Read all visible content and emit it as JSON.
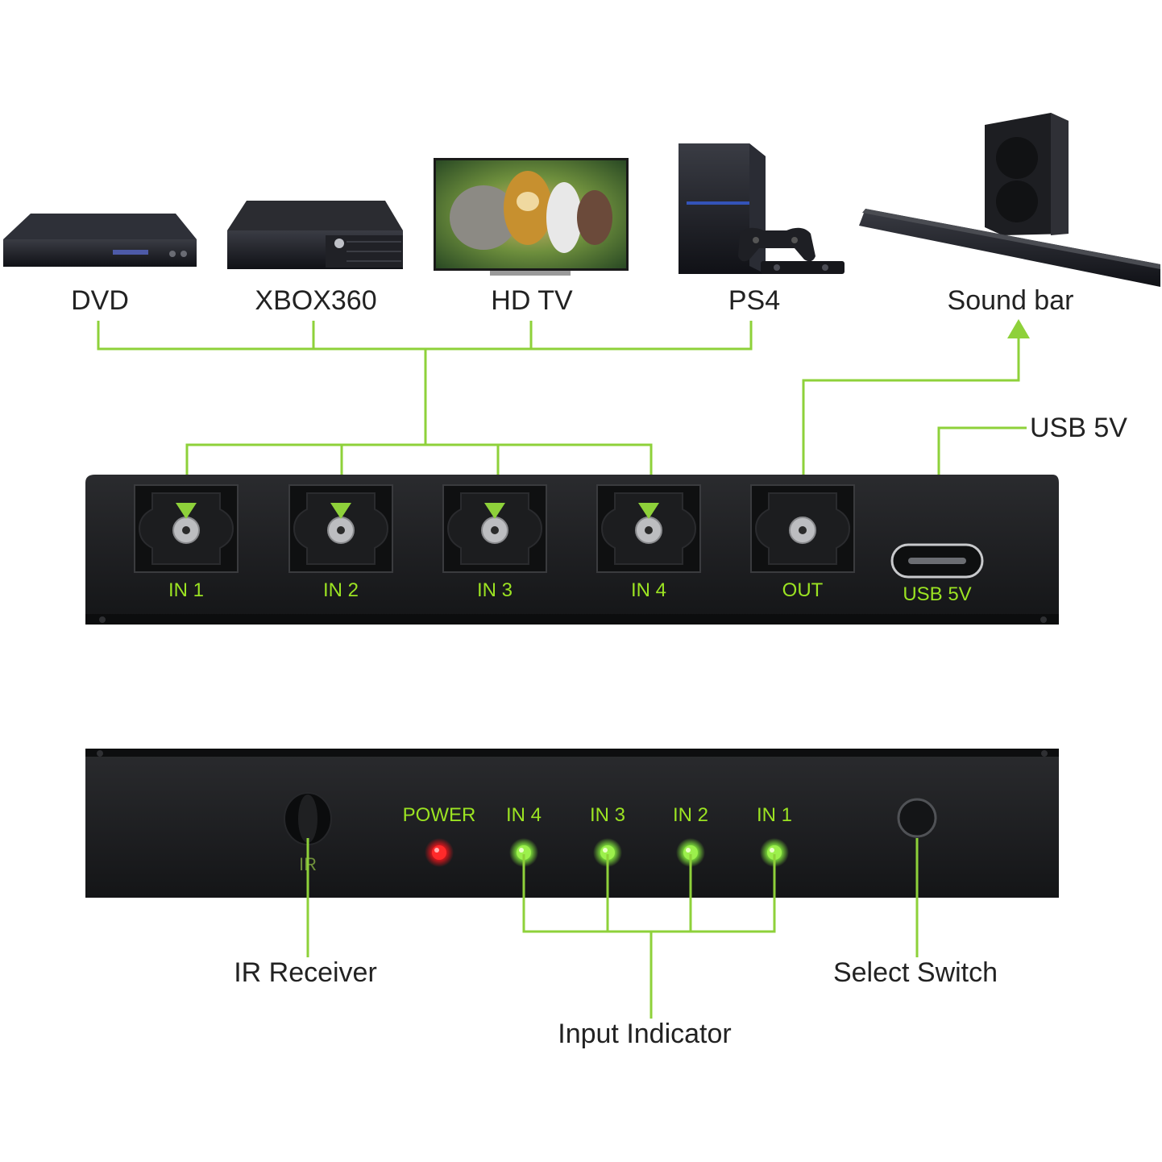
{
  "devices": {
    "dvd": "DVD",
    "xbox": "XBOX360",
    "hdtv": "HD TV",
    "ps4": "PS4",
    "soundbar": "Sound bar"
  },
  "rear_panel": {
    "ports": [
      "IN 1",
      "IN 2",
      "IN 3",
      "IN 4",
      "OUT"
    ],
    "usb_label": "USB 5V",
    "usb_callout": "USB 5V"
  },
  "front_panel": {
    "ir_label": "IR",
    "power_label": "POWER",
    "indicators": [
      "IN 4",
      "IN 3",
      "IN 2",
      "IN 1"
    ]
  },
  "callouts": {
    "ir_receiver": "IR Receiver",
    "select_switch": "Select Switch",
    "input_indicator": "Input Indicator"
  },
  "colors": {
    "accent": "#8ed13a",
    "label_green": "#9be322",
    "panel": "#1a1b1d",
    "power_led": "#e0161c",
    "input_led": "#7ee03a"
  }
}
